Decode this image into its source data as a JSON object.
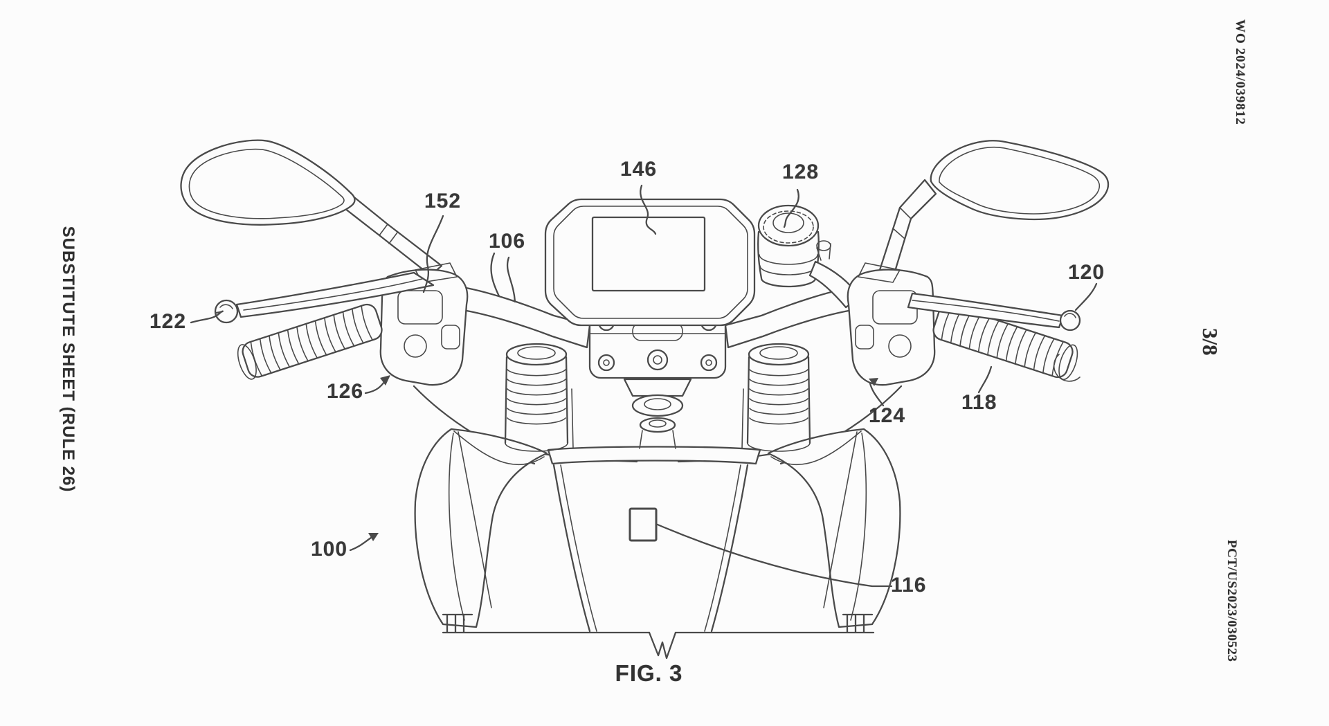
{
  "page": {
    "left_margin": {
      "text": "SUBSTITUTE SHEET (RULE 26)"
    },
    "right_margin": {
      "top_text": "WO 2024/039812",
      "middle_text": "3/8",
      "bottom_text": "PCT/US2023/030523"
    }
  },
  "figure": {
    "caption": "FIG. 3",
    "labels": {
      "n100": "100",
      "n106": "106",
      "n116": "116",
      "n118": "118",
      "n120": "120",
      "n122": "122",
      "n124": "124",
      "n126": "126",
      "n128": "128",
      "n146": "146",
      "n152": "152"
    }
  },
  "colors": {
    "background": "#fcfcfc",
    "line": "#4a4a4a",
    "text": "#383838"
  }
}
